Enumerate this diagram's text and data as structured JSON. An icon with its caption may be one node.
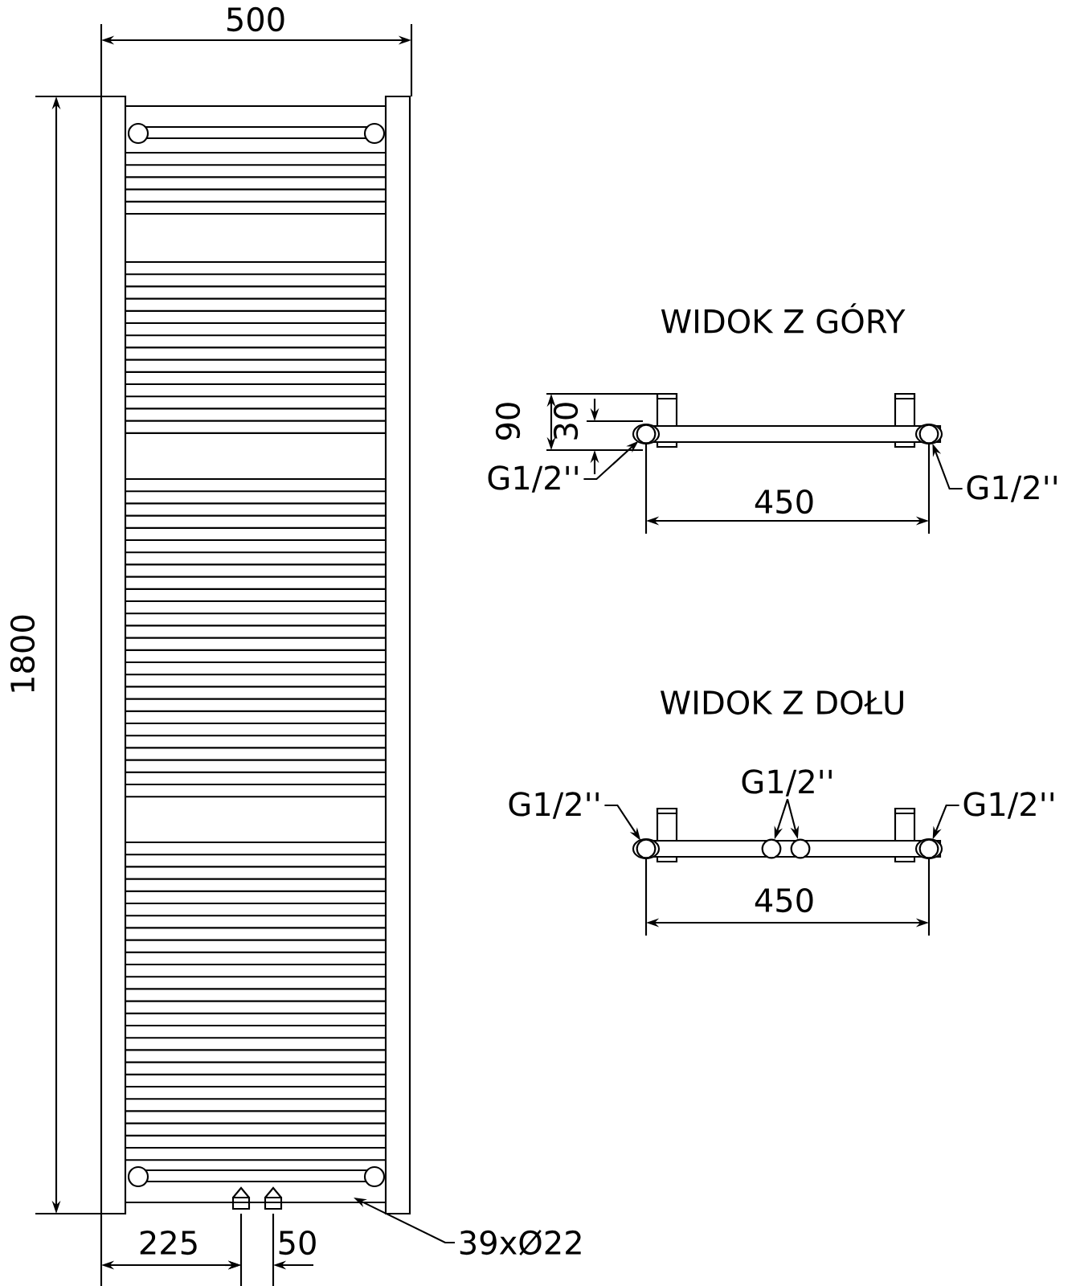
{
  "diagram": {
    "nodes": [
      {
        "text": [
          "39xØ22"
        ]
      },
      {
        "text": [
          "G1/2''"
        ]
      },
      {
        "text": [
          "G1/2''"
        ]
      },
      {
        "text": [
          "G1/2''"
        ]
      },
      {
        "text": [
          "G1/2''"
        ]
      },
      {
        "text": [
          "G1/2''"
        ]
      },
      {
        "text": [],
        "shape": "circle"
      },
      {
        "text": [],
        "shape": "circle"
      },
      {
        "text": [],
        "shape": "circle"
      },
      {
        "text": [],
        "shape": "circle"
      },
      {
        "text": [],
        "shape": "circle"
      },
      {
        "text": [],
        "shape": "circle"
      }
    ],
    "edges": [
      {
        "from": 0,
        "to": null,
        "arrow": "to"
      },
      {
        "from": 1,
        "to": 6,
        "arrow": "to"
      },
      {
        "from": 2,
        "to": 7,
        "arrow": "to"
      },
      {
        "from": 3,
        "to": 8,
        "arrow": "to"
      },
      {
        "from": 4,
        "to": 9,
        "arrow": "to"
      },
      {
        "from": 4,
        "to": 10,
        "arrow": "to"
      },
      {
        "from": 5,
        "to": 11,
        "arrow": "to"
      }
    ],
    "labels": [
      "500",
      "1800",
      "WIDOK Z GÓRY",
      "90",
      "30",
      "450",
      "WIDOK Z DOŁU",
      "450",
      "225",
      "50"
    ]
  }
}
